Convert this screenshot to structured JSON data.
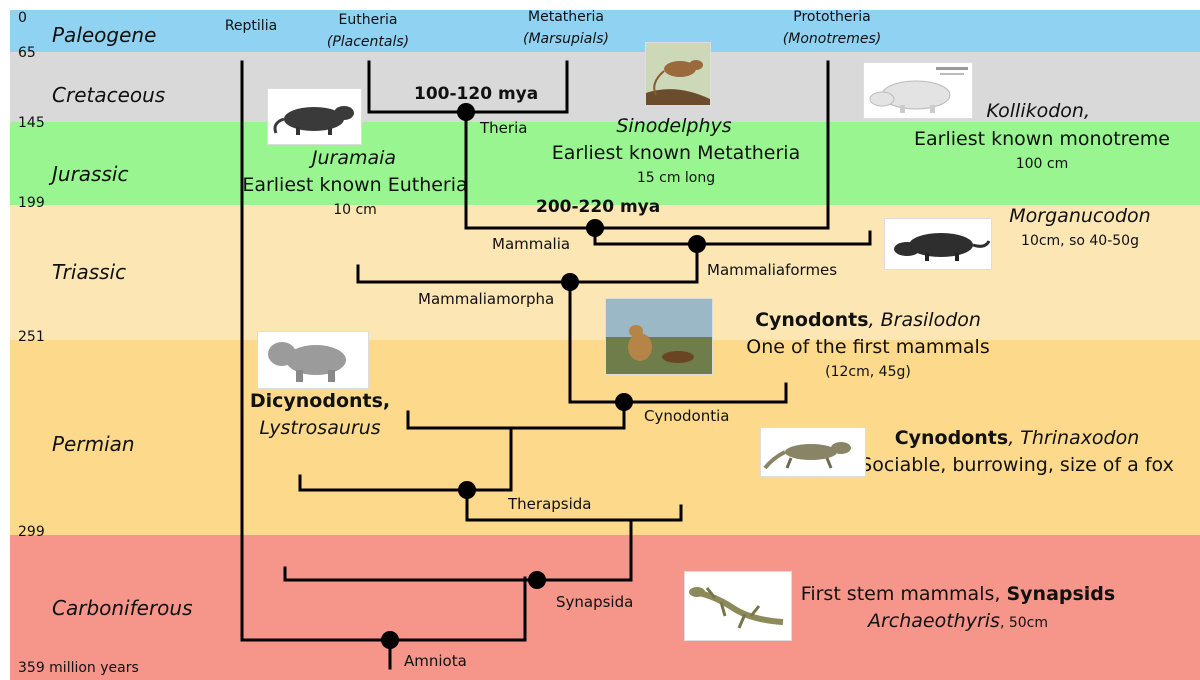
{
  "periods": [
    {
      "name": "Paleogene",
      "start": "0",
      "color": "#8fd2f2"
    },
    {
      "name": "Cretaceous",
      "start": "65",
      "color": "#d9d9d9"
    },
    {
      "name": "Jurassic",
      "start": "145",
      "color": "#98f58f"
    },
    {
      "name": "Triassic",
      "start": "199",
      "color": "#fce6b4"
    },
    {
      "name": "Permian",
      "start": "251",
      "color": "#fdd98b"
    },
    {
      "name": "Carboniferous",
      "start": "299",
      "color": "#f6958a"
    }
  ],
  "bottom_label": "359 million years",
  "clades": {
    "reptilia": "Reptilia",
    "eutheria": "Eutheria",
    "eutheria_sub": "(Placentals)",
    "metatheria": "Metatheria",
    "metatheria_sub": "(Marsupials)",
    "prototheria": "Prototheria",
    "prototheria_sub": "(Monotremes)"
  },
  "nodes": {
    "theria": "Theria",
    "theria_date": "100-120 mya",
    "mammalia": "Mammalia",
    "mammalia_date": "200-220 mya",
    "mammaliaformes": "Mammaliaformes",
    "mammaliamorpha": "Mammaliamorpha",
    "cynodontia": "Cynodontia",
    "therapsida": "Therapsida",
    "synapsida": "Synapsida",
    "amniota": "Amniota"
  },
  "annotations": {
    "kollikodon_name": "Kollikodon,",
    "kollikodon_desc": "Earliest known monotreme",
    "kollikodon_size": "100 cm",
    "sinodelphys_name": "Sinodelphys",
    "sinodelphys_desc": "Earliest known Metatheria",
    "sinodelphys_size": "15 cm long",
    "juramaia_name": "Juramaia",
    "juramaia_desc": "Earliest known Eutheria",
    "juramaia_size": "10 cm",
    "morganucodon_name": "Morganucodon",
    "morganucodon_desc": "10cm, so 40-50g",
    "brasilodon_bold": "Cynodonts",
    "brasilodon_name": ", Brasilodon",
    "brasilodon_desc": "One of the first mammals",
    "brasilodon_size": "(12cm, 45g)",
    "dicynodonts_bold": "Dicynodonts,",
    "dicynodonts_name": "Lystrosaurus",
    "thrinaxodon_bold": "Cynodonts",
    "thrinaxodon_name": ", Thrinaxodon",
    "thrinaxodon_desc": "Sociable, burrowing, size of a fox",
    "synapsids_pre": "First stem mammals, ",
    "synapsids_bold": "Synapsids",
    "archaeothyris_name": "Archaeothyris",
    "archaeothyris_size": ", 50cm"
  },
  "icons": [
    "juramaia-illustration-icon",
    "sinodelphys-illustration-icon",
    "kollikodon-illustration-icon",
    "morganucodon-illustration-icon",
    "brasilodon-illustration-icon",
    "lystrosaurus-illustration-icon",
    "thrinaxodon-illustration-icon",
    "archaeothyris-illustration-icon"
  ]
}
